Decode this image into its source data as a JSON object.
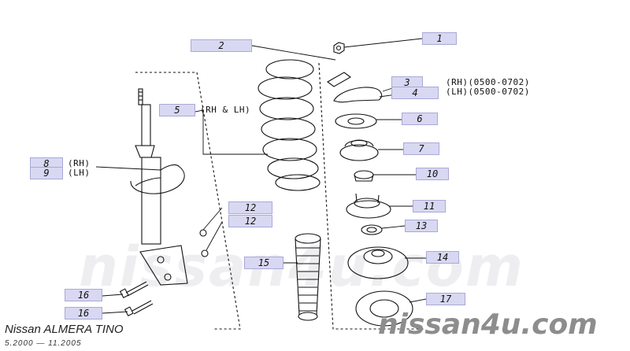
{
  "diagram": {
    "callouts": [
      {
        "id": "c1",
        "number": "1"
      },
      {
        "id": "c2",
        "number": "2"
      },
      {
        "id": "c3",
        "number": "3",
        "note": "(RH)(0500-0702)"
      },
      {
        "id": "c4",
        "number": "4",
        "note": "(LH)(0500-0702)"
      },
      {
        "id": "c5",
        "number": "5",
        "note": "(RH & LH)"
      },
      {
        "id": "c6",
        "number": "6"
      },
      {
        "id": "c7",
        "number": "7"
      },
      {
        "id": "c8",
        "number": "8",
        "note": "(RH)"
      },
      {
        "id": "c9",
        "number": "9",
        "note": "(LH)"
      },
      {
        "id": "c10",
        "number": "10"
      },
      {
        "id": "c11",
        "number": "11"
      },
      {
        "id": "c12a",
        "number": "12"
      },
      {
        "id": "c12b",
        "number": "12"
      },
      {
        "id": "c13",
        "number": "13"
      },
      {
        "id": "c14",
        "number": "14"
      },
      {
        "id": "c15",
        "number": "15"
      },
      {
        "id": "c16a",
        "number": "16"
      },
      {
        "id": "c16b",
        "number": "16"
      },
      {
        "id": "c17",
        "number": "17"
      }
    ]
  },
  "footer": {
    "model": "Nissan ALMERA TINO",
    "dates": "5.2000 — 11.2005",
    "watermark": "nissan4u.com"
  },
  "background_watermark": "nissan4u.com",
  "colors": {
    "tag_fill": "#d8d8f2",
    "tag_border": "#a9a9d8",
    "line": "#111111"
  }
}
